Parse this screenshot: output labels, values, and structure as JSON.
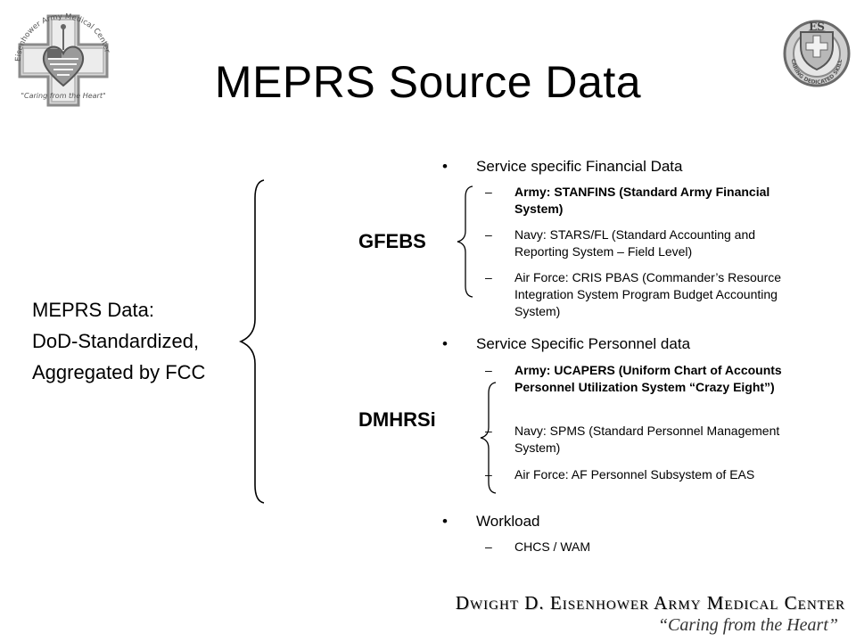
{
  "title": "MEPRS Source Data",
  "left_block": [
    "MEPRS Data:",
    "DoD-Standardized,",
    "Aggregated by FCC"
  ],
  "systems": {
    "gfebs": "GFEBS",
    "dmhrsi": "DMHRSi"
  },
  "bullets": [
    {
      "text": "Service specific Financial Data",
      "subs": [
        {
          "text": "Army: STANFINS (Standard Army Financial System)",
          "bold": true
        },
        {
          "text": "Navy: STARS/FL (Standard Accounting and Reporting System – Field Level)",
          "bold": false
        },
        {
          "text": "Air Force: CRIS PBAS (Commander’s Resource Integration System Program Budget Accounting System)",
          "bold": false
        }
      ]
    },
    {
      "text": "Service Specific Personnel data",
      "subs": [
        {
          "text": "Army: UCAPERS (Uniform Chart of Accounts Personnel Utilization System “Crazy Eight”)",
          "bold": true
        },
        {
          "text": "Navy: SPMS (Standard Personnel Management System)",
          "bold": false
        },
        {
          "text": "Air Force: AF Personnel Subsystem of EAS",
          "bold": false
        }
      ]
    },
    {
      "text": "Workload",
      "subs": [
        {
          "text": "CHCS / WAM",
          "bold": false
        }
      ]
    }
  ],
  "symbols": {
    "bullet": "•",
    "dash": "–"
  },
  "logo_left": {
    "ring_text": "Eisenhower Army Medical Center",
    "bottom_text": "\"Caring from the Heart\""
  },
  "logo_right": {
    "letters": "ES",
    "ring_text": "CARING DEDICATED SKILLED"
  },
  "footer": {
    "name": "Dwight D. Eisenhower Army Medical Center",
    "tagline": "“Caring from the Heart”"
  }
}
